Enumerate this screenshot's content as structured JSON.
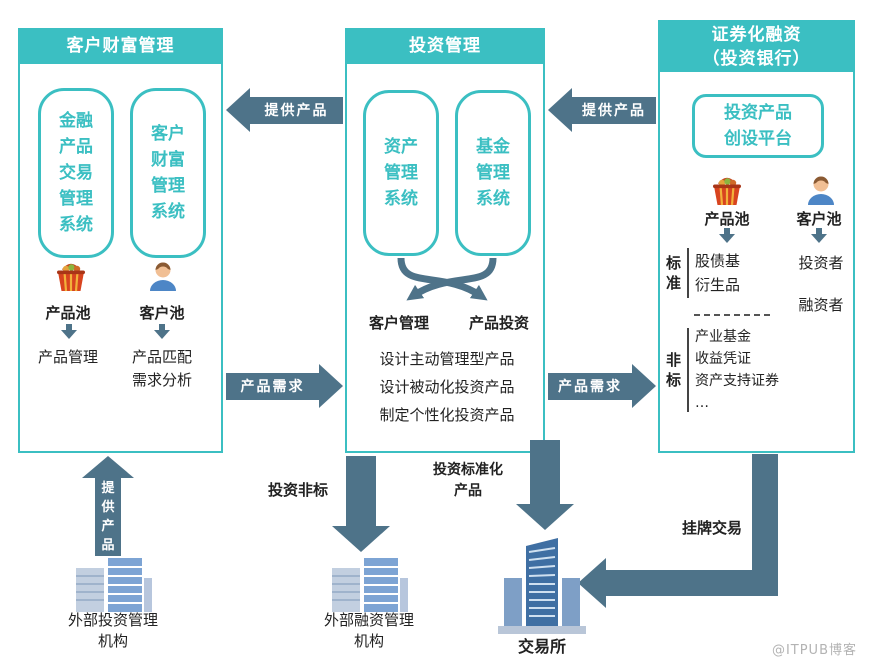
{
  "colors": {
    "teal": "#3bbfc2",
    "arrow_slate": "#4e7389",
    "basket_red": "#d8441f",
    "person_blue": "#4d86c6"
  },
  "left_panel": {
    "title": "客户财富管理",
    "box1": "金融\n产品\n交易\n管理\n系统",
    "box2": "客户\n财富\n管理\n系统",
    "product_pool": "产品池",
    "customer_pool": "客户池",
    "product_sub": "产品管理",
    "customer_sub": "产品匹配\n需求分析"
  },
  "middle_panel": {
    "title": "投资管理",
    "box1": "资产\n管理\n系统",
    "box2": "基金\n管理\n系统",
    "customer_mgmt": "客户管理",
    "product_invest": "产品投资",
    "lines": [
      "设计主动管理型产品",
      "设计被动化投资产品",
      "制定个性化投资产品"
    ]
  },
  "right_panel": {
    "title": "证券化融资\n（投资银行）",
    "box": "投资产品\n创设平台",
    "product_pool": "产品池",
    "customer_pool": "客户池",
    "standard_label": "标\n准",
    "standard_items": "股债基\n衍生品",
    "nonstandard_label": "非\n标",
    "nonstandard_items": "产业基金\n收益凭证\n资产支持证券\n…",
    "investor": "投资者",
    "financier": "融资者"
  },
  "arrows": {
    "provide_left": "提供产品",
    "provide_mid": "提供产品",
    "demand_left": "产品需求",
    "demand_right": "产品需求",
    "provide_up": "提\n供\n产\n品",
    "invest_nonstandard": "投资非标",
    "invest_standard": "投资标准化\n产品",
    "listing_trade": "挂牌交易"
  },
  "bottom": {
    "external_invest_org": "外部投资管理\n机构",
    "external_finance_org": "外部融资管理\n机构",
    "exchange": "交易所"
  },
  "watermark": "@ITPUB博客"
}
